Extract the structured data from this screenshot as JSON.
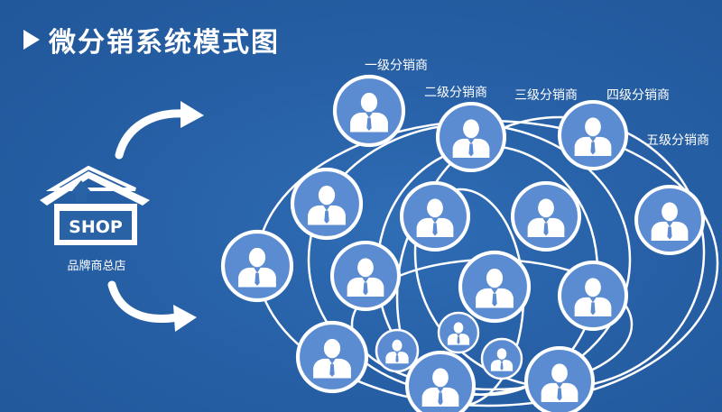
{
  "title": "微分销系统模式图",
  "shop": {
    "sign": "SHOP",
    "label": "品牌商总店"
  },
  "levels": [
    {
      "label": "一级分销商"
    },
    {
      "label": "二级分销商"
    },
    {
      "label": "三级分销商"
    },
    {
      "label": "四级分销商"
    },
    {
      "label": "五级分销商"
    }
  ],
  "colors": {
    "background": "#2a62a6",
    "node_fill": "#5b8bd0",
    "line": "#ffffff"
  },
  "icons": {
    "person": "person-icon",
    "shop": "shop-house-icon",
    "arrow": "curved-arrow-icon"
  }
}
